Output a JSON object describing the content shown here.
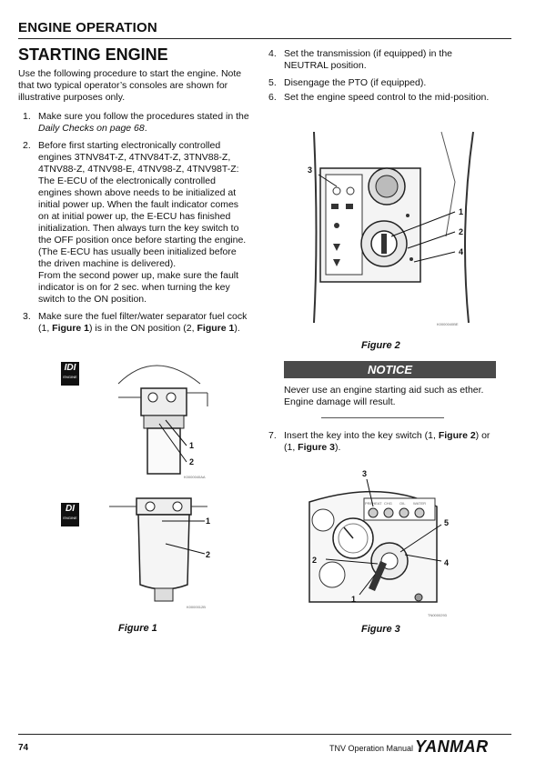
{
  "header": {
    "section": "ENGINE OPERATION",
    "title": "STARTING ENGINE"
  },
  "intro": "Use the following procedure to start the engine. Note that two typical operator’s consoles are shown for illustrative purposes only.",
  "steps_left": [
    {
      "num": "1.",
      "text_before": "Make sure you follow the procedures stated in the ",
      "ref": "Daily Checks on page 68",
      "text_after": "."
    },
    {
      "num": "2.",
      "text": "Before first starting electronically controlled engines 3TNV84T-Z, 4TNV84T-Z, 3TNV88-Z, 4TNV88-Z, 4TNV98-E, 4TNV98-Z, 4TNV98T-Z: The E-ECU of the electronically controlled engines shown above needs to be initialized at initial power up. When the fault indicator comes on at initial power up, the E-ECU has finished initialization. Then always turn the key switch to the OFF position once before starting the engine. (The E-ECU has usually been initialized before the driven machine is delivered).",
      "text2": "From the second power up, make sure the fault indicator is on for 2 sec. when turning the key switch to the ON position."
    },
    {
      "num": "3.",
      "text_a": "Make sure the fuel filter/water separator fuel cock (1, ",
      "fig_a": "Figure 1",
      "text_b": ") is in the ON position (2, ",
      "fig_b": "Figure 1",
      "text_c": ")."
    }
  ],
  "steps_right": [
    {
      "num": "4.",
      "text": "Set the transmission (if equipped) in the NEUTRAL position."
    },
    {
      "num": "5.",
      "text": "Disengage the PTO (if equipped)."
    },
    {
      "num": "6.",
      "text": "Set the engine speed control to the mid-position."
    }
  ],
  "step7": {
    "num": "7.",
    "text_a": "Insert the key into the key switch (1, ",
    "fig_a": "Figure 2",
    "text_b": ") or (1, ",
    "fig_b": "Figure 3",
    "text_c": ")."
  },
  "notice": {
    "title": "NOTICE",
    "text": "Never use an engine starting aid such as ether. Engine damage will result."
  },
  "figures": {
    "fig1_caption": "Figure 1",
    "fig2_caption": "Figure 2",
    "fig3_caption": "Figure 3",
    "fig1a_code": "K0000040AA",
    "fig1b_code": "K0000012B",
    "fig2_code": "K0000040BE",
    "fig3_code": "TN0000293",
    "fig1a_labels": [
      "1",
      "2"
    ],
    "fig1b_labels": [
      "1",
      "2"
    ],
    "fig2_labels": [
      "3",
      "1",
      "2",
      "4"
    ],
    "fig3_labels": [
      "3",
      "5",
      "2",
      "4",
      "1"
    ],
    "badge_idi": {
      "big": "IDI",
      "small": "ENGINE"
    },
    "badge_di": {
      "big": "DI",
      "small": "ENGINE"
    },
    "panel_buttons": [
      "PREHEAT",
      "CHG",
      "OIL",
      "WATER"
    ]
  },
  "footer": {
    "page": "74",
    "manual": "TNV Operation Manual",
    "brand": "YANMAR"
  }
}
